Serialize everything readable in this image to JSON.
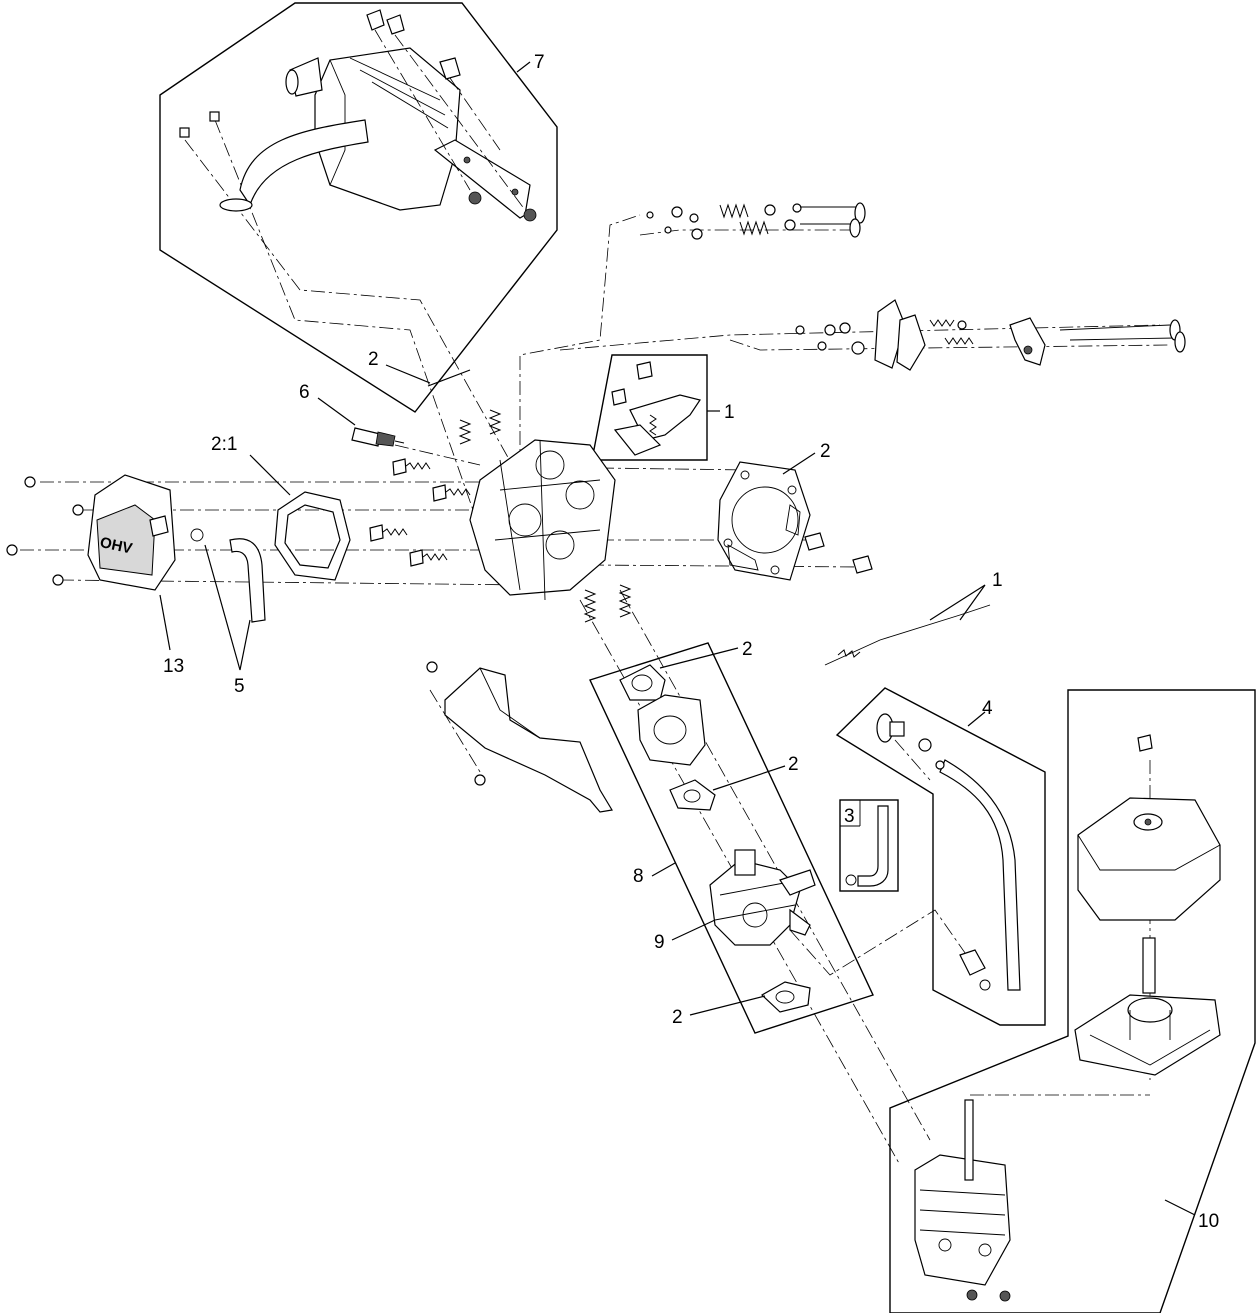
{
  "callouts": {
    "c7": "7",
    "c2_exhaust_gasket": "2",
    "c6": "6",
    "c1_choke": "1",
    "c2_head_gasket": "2",
    "c2_1": "2:1",
    "c13": "13",
    "c5": "5",
    "c1_rod": "1",
    "c2_intake_upper": "2",
    "c4": "4",
    "c2_intake_middle": "2",
    "c3": "3",
    "c8": "8",
    "c9": "9",
    "c2_intake_lower": "2",
    "c10": "10"
  },
  "markings": {
    "valve_cover_stamp": "OHV"
  }
}
